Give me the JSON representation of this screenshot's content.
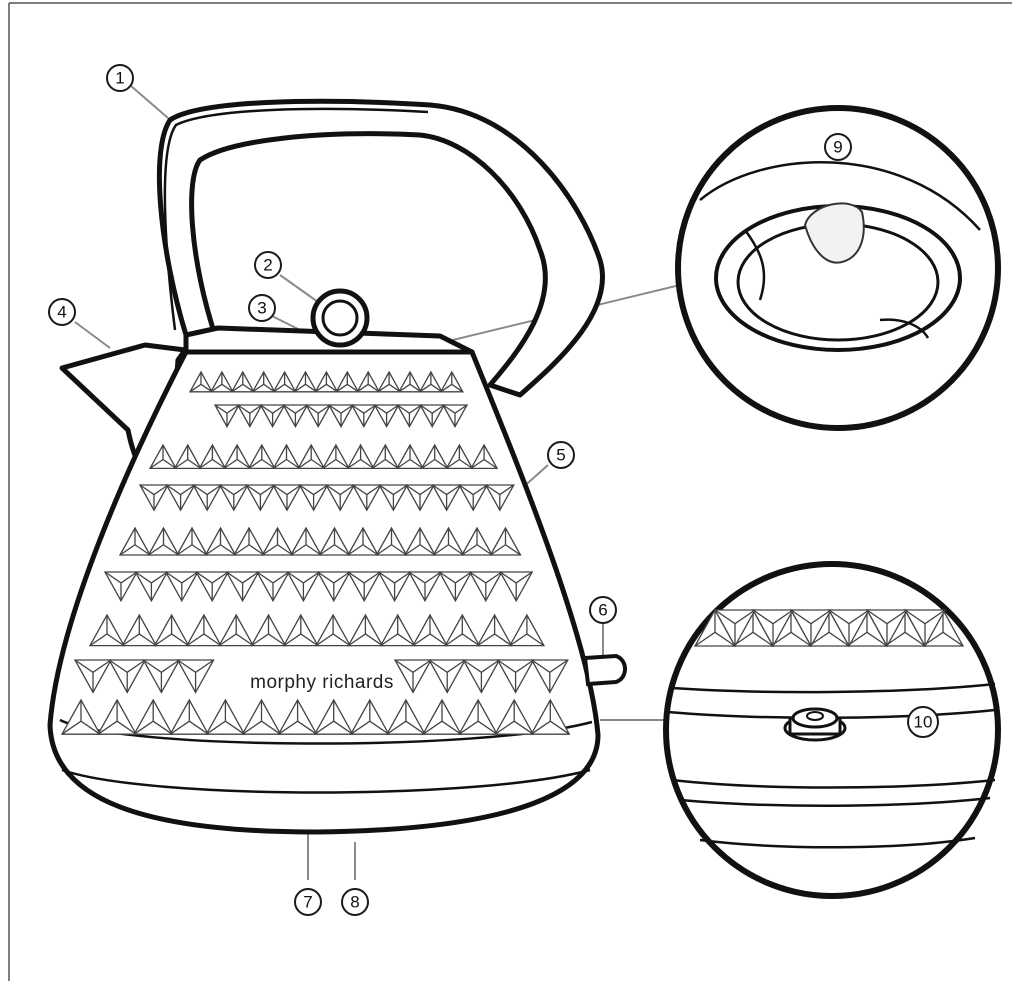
{
  "brand": "morphy richards",
  "callouts": [
    {
      "label": "1"
    },
    {
      "label": "2"
    },
    {
      "label": "3"
    },
    {
      "label": "4"
    },
    {
      "label": "5"
    },
    {
      "label": "6"
    },
    {
      "label": "7"
    },
    {
      "label": "8"
    },
    {
      "label": "9"
    },
    {
      "label": "10"
    }
  ]
}
